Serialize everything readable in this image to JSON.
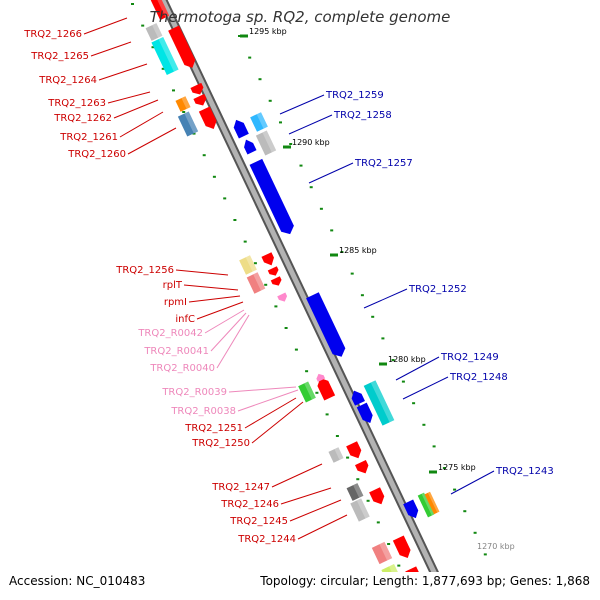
{
  "title": "Thermotoga sp. RQ2, complete genome",
  "footer": {
    "accession_label": "Accession:",
    "accession": "NC_010483",
    "topology_label": "Topology:",
    "topology": "circular;",
    "length_label": "Length:",
    "length": "1,877,693 bp;",
    "genes_label": "Genes:",
    "genes": "1,868"
  },
  "colors": {
    "backbone": "#999999",
    "left_label": "#cc0000",
    "right_label": "#0000aa",
    "rna_label": "#ee88bb",
    "tick": "#118811"
  },
  "scale_labels": [
    "1295 kbp",
    "1290 kbp",
    "1285 kbp",
    "1280 kbp",
    "1275 kbp",
    "1270 kbp"
  ],
  "left_labels": [
    {
      "text": "TRQ2_1266",
      "kind": "gene"
    },
    {
      "text": "TRQ2_1265",
      "kind": "gene"
    },
    {
      "text": "TRQ2_1264",
      "kind": "gene"
    },
    {
      "text": "TRQ2_1263",
      "kind": "gene"
    },
    {
      "text": "TRQ2_1262",
      "kind": "gene"
    },
    {
      "text": "TRQ2_1261",
      "kind": "gene"
    },
    {
      "text": "TRQ2_1260",
      "kind": "gene"
    },
    {
      "text": "TRQ2_1256",
      "kind": "gene"
    },
    {
      "text": "rplT",
      "kind": "gene"
    },
    {
      "text": "rpmI",
      "kind": "gene"
    },
    {
      "text": "infC",
      "kind": "gene"
    },
    {
      "text": "TRQ2_R0042",
      "kind": "rna"
    },
    {
      "text": "TRQ2_R0041",
      "kind": "rna"
    },
    {
      "text": "TRQ2_R0040",
      "kind": "rna"
    },
    {
      "text": "TRQ2_R0039",
      "kind": "rna"
    },
    {
      "text": "TRQ2_R0038",
      "kind": "rna"
    },
    {
      "text": "TRQ2_1251",
      "kind": "gene"
    },
    {
      "text": "TRQ2_1250",
      "kind": "gene"
    },
    {
      "text": "TRQ2_1247",
      "kind": "gene"
    },
    {
      "text": "TRQ2_1246",
      "kind": "gene"
    },
    {
      "text": "TRQ2_1245",
      "kind": "gene"
    },
    {
      "text": "TRQ2_1244",
      "kind": "gene"
    }
  ],
  "right_labels": [
    {
      "text": "TRQ2_1259"
    },
    {
      "text": "TRQ2_1258"
    },
    {
      "text": "TRQ2_1257"
    },
    {
      "text": "TRQ2_1252"
    },
    {
      "text": "TRQ2_1249"
    },
    {
      "text": "TRQ2_1248"
    },
    {
      "text": "TRQ2_1243"
    }
  ]
}
